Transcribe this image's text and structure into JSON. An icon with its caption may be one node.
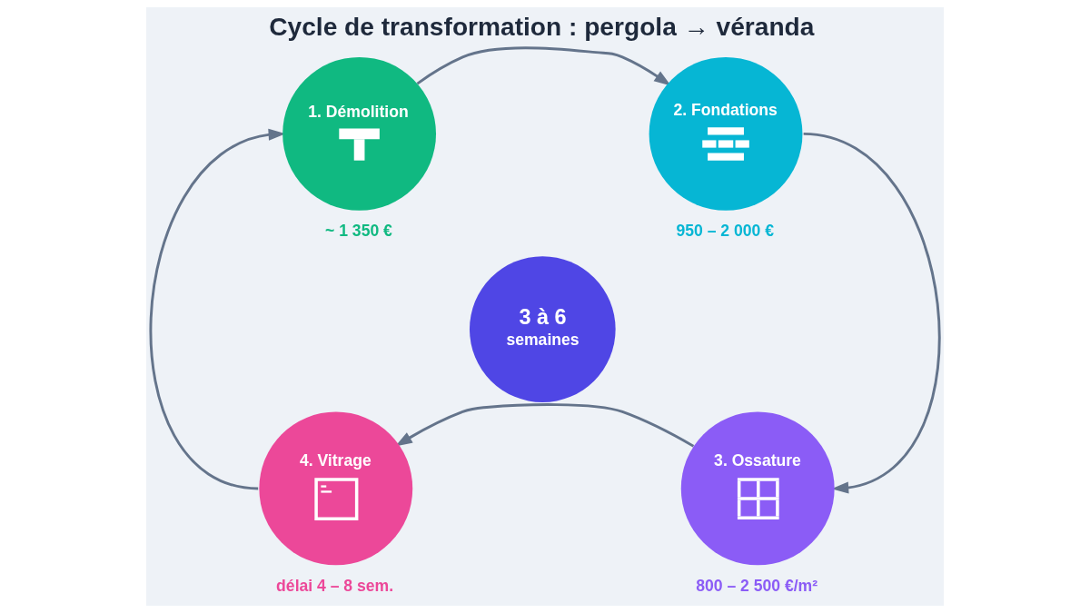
{
  "diagram": {
    "title": "Cycle de transformation : pergola → véranda",
    "nodes": [
      {
        "text": [
          "1. Démolition"
        ],
        "beside": [
          "~ 1 350 €"
        ]
      },
      {
        "text": [
          "2. Fondations"
        ],
        "beside": [
          "950 – 2 000 €"
        ]
      },
      {
        "text": [
          "3. Ossature"
        ],
        "beside": [
          "800 – 2 500 €/m²"
        ]
      },
      {
        "text": [
          "4. Vitrage"
        ],
        "beside": [
          "délai 4 – 8 sem."
        ]
      },
      {
        "text": [
          "3 à 6",
          "semaines"
        ]
      }
    ],
    "edges": [
      {
        "from": 0,
        "to": 1,
        "arrow": "to"
      },
      {
        "from": 1,
        "to": 2,
        "arrow": "to"
      },
      {
        "from": 2,
        "to": 3,
        "arrow": "to"
      },
      {
        "from": 3,
        "to": 0,
        "arrow": "to"
      }
    ]
  }
}
